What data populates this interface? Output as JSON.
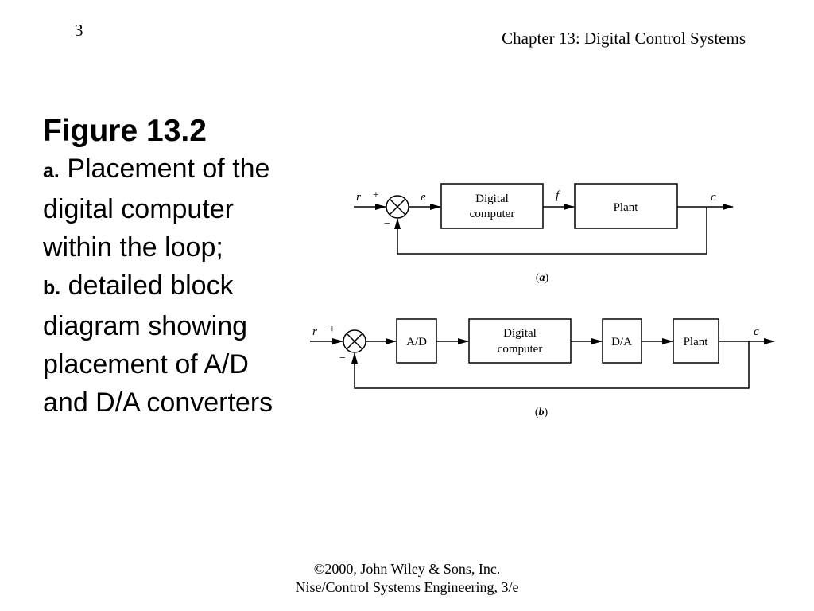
{
  "header": {
    "page_number": "3",
    "chapter": "Chapter 13: Digital Control Systems"
  },
  "caption": {
    "title": "Figure 13.2",
    "part_a_letter": "a.",
    "part_a_text": "Placement of the digital computer within the loop;",
    "part_b_letter": "b.",
    "part_b_text": "detailed block diagram showing placement of A/D and D/A converters"
  },
  "diagram_a": {
    "input_label": "r",
    "plus": "+",
    "minus": "−",
    "error_label": "e",
    "computer_line1": "Digital",
    "computer_line2": "computer",
    "f_label": "f",
    "plant_label": "Plant",
    "output_label": "c",
    "sub_open": "(",
    "sub_letter": "a",
    "sub_close": ")"
  },
  "diagram_b": {
    "input_label": "r",
    "plus": "+",
    "minus": "−",
    "ad_label": "A/D",
    "computer_line1": "Digital",
    "computer_line2": "computer",
    "da_label": "D/A",
    "plant_label": "Plant",
    "output_label": "c",
    "sub_open": "(",
    "sub_letter": "b",
    "sub_close": ")"
  },
  "footer": {
    "line1": "©2000, John Wiley & Sons, Inc.",
    "line2": "Nise/Control Systems Engineering, 3/e"
  }
}
